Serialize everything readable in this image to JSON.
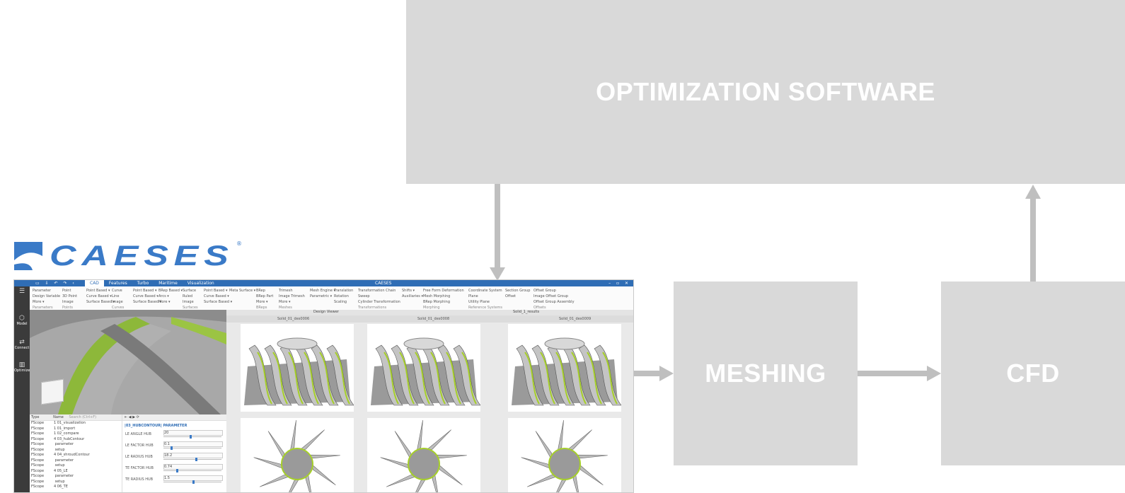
{
  "diagram": {
    "optimization_label": "OPTIMIZATION SOFTWARE",
    "meshing_label": "MESHING",
    "cfd_label": "CFD",
    "colors": {
      "block": "#d9d9d9",
      "arrow": "#bfbfbf",
      "label": "#ffffff",
      "logo": "#3a7ac7"
    }
  },
  "logo": {
    "text": "CAESES",
    "reg": "®"
  },
  "app": {
    "tabs": [
      "CAD",
      "Features",
      "Turbo",
      "Maritime",
      "Visualization"
    ],
    "title": "CAESES",
    "window_buttons": "–  ▫  ✕",
    "ribbon": [
      {
        "items": [
          "Parameter",
          "Design Variable",
          "More ▾"
        ],
        "caption": "Parameters"
      },
      {
        "items": [
          "Point",
          "3D Point",
          "Image"
        ],
        "caption": "Points"
      },
      {
        "items": [
          "Point Based ▾",
          "Curve Based ▾",
          "Surface Based ▾"
        ],
        "caption": ""
      },
      {
        "items": [
          "Curve",
          "Line",
          "Image"
        ],
        "caption": "Curves"
      },
      {
        "items": [
          "Point Based ▾",
          "Curve Based ▾",
          "Surface Based ▾"
        ],
        "caption": ""
      },
      {
        "items": [
          "BRep Based ▾",
          "Arcs ▾",
          "More ▾"
        ],
        "caption": ""
      },
      {
        "items": [
          "Surface",
          "Ruled",
          "Image"
        ],
        "caption": "Surfaces"
      },
      {
        "items": [
          "Point Based ▾",
          "Curve Based ▾",
          "Surface Based ▾"
        ],
        "caption": ""
      },
      {
        "items": [
          "Meta Surface ▾"
        ],
        "caption": ""
      },
      {
        "items": [
          "BRep",
          "BRep Part",
          "More ▾"
        ],
        "caption": "BReps"
      },
      {
        "items": [
          "Trimesh",
          "Image Trimesh",
          "More ▾"
        ],
        "caption": "Meshes"
      },
      {
        "items": [
          "Mesh Engine ▾",
          "Parametric ▾"
        ],
        "caption": ""
      },
      {
        "items": [
          "Translation",
          "Rotation",
          "Scaling"
        ],
        "caption": ""
      },
      {
        "items": [
          "Transformation Chain",
          "Sweep",
          "Cylinder Transformation"
        ],
        "caption": "Transformations"
      },
      {
        "items": [
          "Shifts ▾",
          "Auxiliaries ▾"
        ],
        "caption": ""
      },
      {
        "items": [
          "Free Form Deformation",
          "Mesh Morphing",
          "BRep Morphing"
        ],
        "caption": "Morphing"
      },
      {
        "items": [
          "Coordinate System",
          "Plane",
          "Utility Plane"
        ],
        "caption": "Reference Systems"
      },
      {
        "items": [
          "Section Group",
          "Offset"
        ],
        "caption": ""
      },
      {
        "items": [
          "Offset Group",
          "Image Offset Group",
          "Offset Group Assembly"
        ],
        "caption": "Offsets"
      }
    ],
    "sidebar": [
      "Model",
      "Connect",
      "Optimize"
    ],
    "viewer_tabs": {
      "left": "Design Viewer",
      "right": "Solid_1_results"
    },
    "gallery_columns": [
      "Solid_01_des0006",
      "Solid_01_des0008",
      "Solid_01_des0009"
    ],
    "tree": {
      "header": [
        "Type",
        "Name",
        "Search (Ctrl+F)"
      ],
      "rows": [
        [
          "FScope",
          "1  01_visualization"
        ],
        [
          "FScope",
          "1  01_import"
        ],
        [
          "FScope",
          "1  02_compare"
        ],
        [
          "FScope",
          "4  03_hubContour"
        ],
        [
          "FScope",
          "   parameter"
        ],
        [
          "FScope",
          "   setup"
        ],
        [
          "FScope",
          "4  04_shroudContour"
        ],
        [
          "FScope",
          "   parameter"
        ],
        [
          "FScope",
          "   setup"
        ],
        [
          "FScope",
          "4  05_LE"
        ],
        [
          "FScope",
          "   parameter"
        ],
        [
          "FScope",
          "   setup"
        ],
        [
          "FScope",
          "4  06_TE"
        ]
      ]
    },
    "params": {
      "title": "|03_HUBCONTOUR| PARAMETER",
      "rows": [
        {
          "label": "LE ANGLE HUB",
          "value": "20",
          "level": 0.45
        },
        {
          "label": "LE FACTOR HUB",
          "value": "0.1",
          "level": 0.12
        },
        {
          "label": "LE RADIUS HUB",
          "value": "18.2",
          "level": 0.55
        },
        {
          "label": "TE FACTOR HUB",
          "value": "0.74",
          "level": 0.22
        },
        {
          "label": "TE RADIUS HUB",
          "value": "1.5",
          "level": 0.5
        }
      ]
    }
  }
}
